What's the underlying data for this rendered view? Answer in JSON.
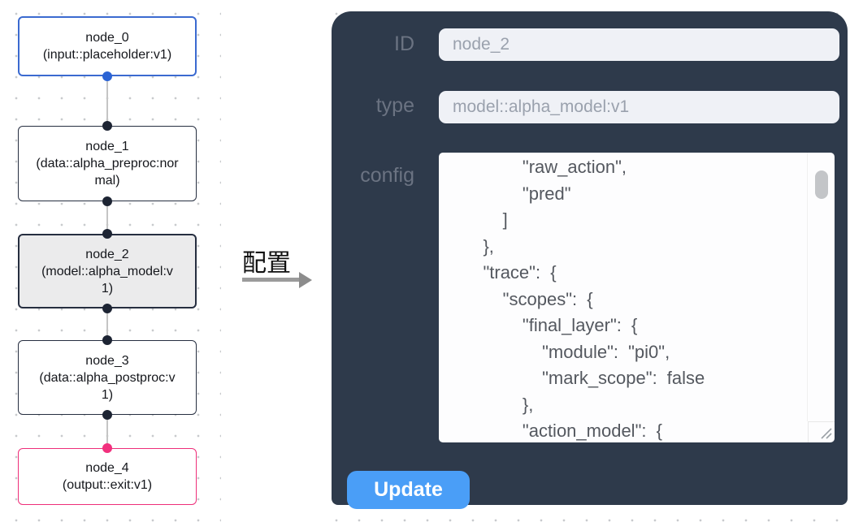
{
  "canvas": {
    "nodes": [
      {
        "name": "node_0",
        "type_label": "(input::placeholder:v1)",
        "variant": "input"
      },
      {
        "name": "node_1",
        "type_label": "(data::alpha_preproc:normal)",
        "variant": "default"
      },
      {
        "name": "node_2",
        "type_label": "(model::alpha_model:v1)",
        "variant": "selected"
      },
      {
        "name": "node_3",
        "type_label": "(data::alpha_postproc:v1)",
        "variant": "default"
      },
      {
        "name": "node_4",
        "type_label": "(output::exit:v1)",
        "variant": "output"
      }
    ]
  },
  "annotation": {
    "label": "配置"
  },
  "panel": {
    "id_label": "ID",
    "id_value": "node_2",
    "type_label": "type",
    "type_value": "model::alpha_model:v1",
    "config_label": "config",
    "config_text": "        \"raw_action\",\n        \"pred\"\n      ]\n    },\n    \"trace\": {\n      \"scopes\": {\n        \"final_layer\": {\n          \"module\": \"pi0\",\n          \"mark_scope\": false\n        },\n        \"action_model\": {",
    "update_label": "Update"
  },
  "colors": {
    "panel_bg": "#2e3a4b",
    "node_input_border": "#3b6ad0",
    "node_default_border": "#262e40",
    "node_selected_bg": "#ebebec",
    "node_output_border": "#ee2e79",
    "port_blue": "#2b63d4",
    "port_dark": "#1d2433",
    "port_pink": "#f1307d",
    "update_button_bg": "#4a9ef7",
    "input_bg": "#eff1f6",
    "label_text": "#6b7382"
  }
}
